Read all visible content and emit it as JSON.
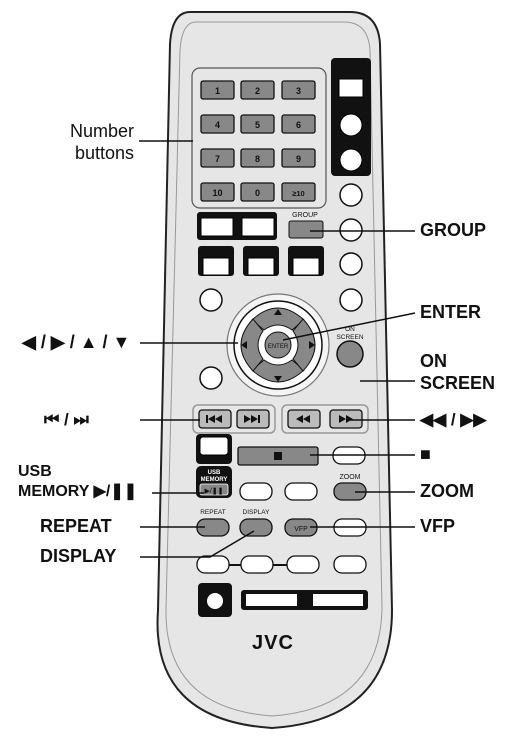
{
  "remote": {
    "numbers": [
      "1",
      "2",
      "3",
      "4",
      "5",
      "6",
      "7",
      "8",
      "9",
      "10",
      "0",
      "≥10"
    ],
    "group_key": "GROUP",
    "enter_key": "ENTER",
    "on_screen_key": [
      "ON",
      "SCREEN"
    ],
    "usb_key": [
      "USB",
      "MEMORY",
      "▶/❚❚"
    ],
    "repeat_key": "REPEAT",
    "display_key": "DISPLAY",
    "zoom_key": "ZOOM",
    "vfp_key": "VFP",
    "brand": "JVC"
  },
  "callouts": {
    "number_buttons": [
      "Number",
      "buttons"
    ],
    "group": "GROUP",
    "enter": "ENTER",
    "cursor": "◀ / ▶ / ▲ / ▼",
    "on_screen": [
      "ON",
      "SCREEN"
    ],
    "skip": "⏮ / ⏭",
    "search": "◀◀ / ▶▶",
    "usb_memory": [
      "USB",
      "MEMORY ▶/❚❚"
    ],
    "stop": "■",
    "zoom": "ZOOM",
    "repeat": "REPEAT",
    "vfp": "VFP",
    "display": "DISPLAY"
  }
}
